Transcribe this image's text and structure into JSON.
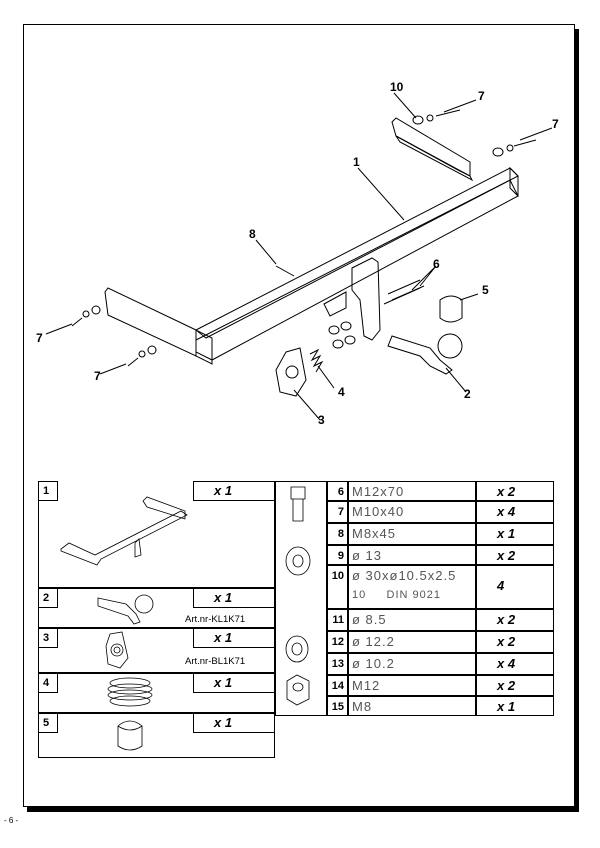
{
  "callouts": {
    "c1": "1",
    "c2": "2",
    "c3": "3",
    "c4": "4",
    "c5": "5",
    "c6": "6",
    "c7a": "7",
    "c7b": "7",
    "c7c": "7",
    "c7d": "7",
    "c8": "8",
    "c10": "10"
  },
  "parts_left": [
    {
      "num": "1",
      "qty": "x 1"
    },
    {
      "num": "2",
      "qty": "x 1",
      "art": "Art.nr-KL1K71"
    },
    {
      "num": "3",
      "qty": "x 1",
      "art": "Art.nr-BL1K71"
    },
    {
      "num": "4",
      "qty": "x 1"
    },
    {
      "num": "5",
      "qty": "x 1"
    }
  ],
  "parts_right": [
    {
      "num": "6",
      "spec": "M12x70",
      "qty": "x 2"
    },
    {
      "num": "7",
      "spec": "M10x40",
      "qty": "x 4"
    },
    {
      "num": "8",
      "spec": "M8x45",
      "qty": "x 1"
    },
    {
      "num": "9",
      "spec": "ø 13",
      "qty": "x 2"
    },
    {
      "num": "10",
      "spec": "ø 30xø10.5x2.5",
      "spec2": "10     DIN 9021",
      "qty": "4"
    },
    {
      "num": "11",
      "spec": "ø 8.5",
      "qty": "x 2"
    },
    {
      "num": "12",
      "spec": "ø 12.2",
      "qty": "x 2"
    },
    {
      "num": "13",
      "spec": "ø 10.2",
      "qty": "x 4"
    },
    {
      "num": "14",
      "spec": "M12",
      "qty": "x 2"
    },
    {
      "num": "15",
      "spec": "M8",
      "qty": "x 1"
    }
  ],
  "page_number": "- 6 -"
}
